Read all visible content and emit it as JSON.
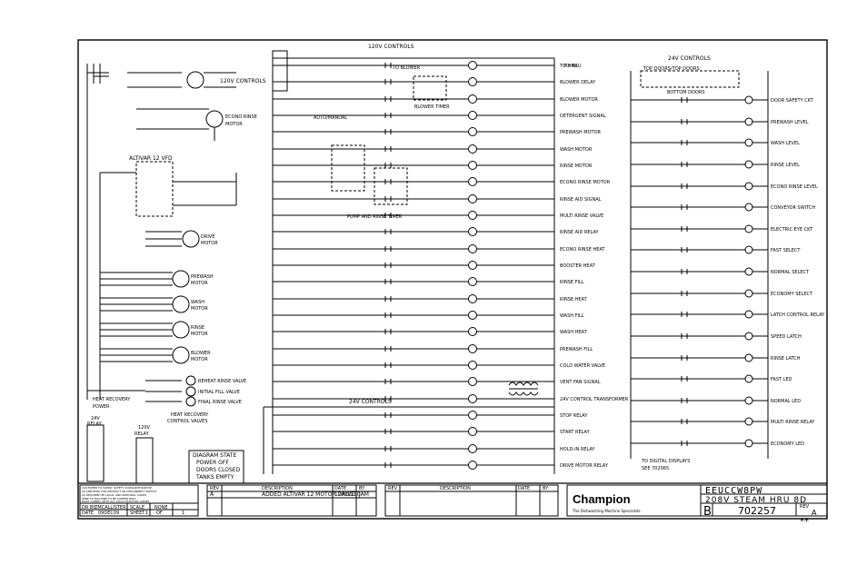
{
  "sections": {
    "top_120v": "120V CONTROLS",
    "left_120v": "120V CONTROLS",
    "mid_24v": "24V CONTROLS",
    "right_24v": "24V CONTROLS",
    "vfd": "ALTIVAR 12 VFD",
    "heat_recovery": "HEAT RECOVERY",
    "power": "POWER",
    "relay_24v": "24V",
    "relay_24v_b": "RELAY",
    "relay_120v": "120V",
    "relay_120v_b": "RELAY",
    "auto_manual": "AUTO/MANUAL",
    "pump_rinse_timer": "PUMP AND RINSE TIMER",
    "blower_timer": "BLOWER TIMER",
    "top_doors": "TOP DOORS/TOP DOORS",
    "bottom_doors": "BOTTOM DOORS",
    "to_digital": "TO DIGITAL DISPLAYS",
    "see_ref": "SEE 702065",
    "to_hru": "TO HRU",
    "to_blower": "TO BLOWER"
  },
  "motors": [
    {
      "label": "DRIVE",
      "label2": "MOTOR"
    },
    {
      "label": "PREWASH",
      "label2": "MOTOR"
    },
    {
      "label": "WASH",
      "label2": "MOTOR"
    },
    {
      "label": "RINSE",
      "label2": "MOTOR"
    },
    {
      "label": "BLOWER",
      "label2": "MOTOR"
    },
    {
      "label": "ECONO RINSE",
      "label2": "MOTOR"
    }
  ],
  "left_valves": [
    {
      "label": "REHEAT RINSE VALVE"
    },
    {
      "label": "INITIAL FILL VALVE"
    },
    {
      "label": "FINAL RINSE VALVE"
    },
    {
      "label": "HEAT RECOVERY"
    },
    {
      "label": "CONTROL VALVES"
    }
  ],
  "ladder_center": [
    {
      "label": "TO HRU"
    },
    {
      "label": "BLOWER DELAY"
    },
    {
      "label": "BLOWER MOTOR"
    },
    {
      "label": "DETERGENT SIGNAL"
    },
    {
      "label": "PREWASH MOTOR"
    },
    {
      "label": "WASH MOTOR"
    },
    {
      "label": "RINSE MOTOR"
    },
    {
      "label": "ECONO RINSE MOTOR"
    },
    {
      "label": "RINSE AID SIGNAL"
    },
    {
      "label": "MULTI RINSE VALVE"
    },
    {
      "label": "RINSE AID RELAY"
    },
    {
      "label": "ECONO RINSE HEAT"
    },
    {
      "label": "BOOSTER HEAT"
    },
    {
      "label": "RINSE FILL"
    },
    {
      "label": "RINSE HEAT"
    },
    {
      "label": "WASH FILL"
    },
    {
      "label": "WASH HEAT"
    },
    {
      "label": "PREWASH FILL"
    },
    {
      "label": "COLD WATER VALVE"
    },
    {
      "label": "VENT FAN SIGNAL"
    },
    {
      "label": "24V CONTROL TRANSFORMER"
    },
    {
      "label": "STOP RELAY"
    },
    {
      "label": "START RELAY"
    },
    {
      "label": "HOLD-IN RELAY"
    },
    {
      "label": "DRIVE MOTOR RELAY"
    }
  ],
  "ladder_right": [
    {
      "label": "DOOR SAFETY CKT"
    },
    {
      "label": "PREWASH LEVEL"
    },
    {
      "label": "WASH LEVEL"
    },
    {
      "label": "RINSE LEVEL"
    },
    {
      "label": "ECONO RINSE LEVEL"
    },
    {
      "label": "CONVEYOR SWITCH"
    },
    {
      "label": "ELECTRIC EYE CKT"
    },
    {
      "label": "FAST SELECT"
    },
    {
      "label": "NORMAL SELECT"
    },
    {
      "label": "ECONOMY SELECT"
    },
    {
      "label": "LATCH CONTROL RELAY"
    },
    {
      "label": "SPEED LATCH"
    },
    {
      "label": "RINSE LATCH"
    },
    {
      "label": "FAST LED"
    },
    {
      "label": "NORMAL LED"
    },
    {
      "label": "MULTI RINSE RELAY"
    },
    {
      "label": "ECONOMY LED"
    }
  ],
  "diagram_state": {
    "title": "DIAGRAM STATE",
    "line1": "POWER OFF",
    "line2": "DOORS CLOSED",
    "line3": "TANKS EMPTY"
  },
  "notes": {
    "line1": "CUSTOMER TO SUPPLY SAFETY VOLTAGE/PHASE/HZ",
    "line2": "AS SPECIFIED FOR PRODUCT OR DISCONNECT SWITCH",
    "line3": "AS REQUIRED BY LOCAL AND NATIONAL CODES",
    "line4": "WIRE TO MACHINE TO BE COPPER ONLY",
    "line5": "MUST COMPLY WITH ALL LOCAL ELECTRIC CODES"
  },
  "drawn_block": {
    "dr_by_label": "DR BY",
    "dr_by": "ZMCALLISTER",
    "scale_label": "SCALE",
    "scale": "NONE",
    "date_label": "DATE",
    "date": "09DEC09",
    "sheet_label": "SHEET",
    "sheet": "1",
    "of_label": "OF",
    "of": "1"
  },
  "revisions_left": {
    "headers": [
      "REV.",
      "DESCRIPTION",
      "DATE",
      "BY"
    ],
    "rows": [
      [
        "A",
        "ADDED ALTIVAR 12 MOTOR DRIVE",
        "17AUG10",
        "JAM"
      ]
    ]
  },
  "revisions_right": {
    "headers": [
      "REV.",
      "DESCRIPTION",
      "DATE",
      "BY"
    ]
  },
  "title_block": {
    "brand": "Champion",
    "tagline": "The Dishwashing Machine Specialists",
    "model": "EEUCCW8PW",
    "subtitle": "208V STEAM HRU 8D",
    "size": "B",
    "drawing_no": "702257",
    "rev_label": "REV",
    "rev": "A",
    "stars": "**"
  },
  "colors": {
    "ink": "#000000",
    "paper": "#ffffff"
  }
}
